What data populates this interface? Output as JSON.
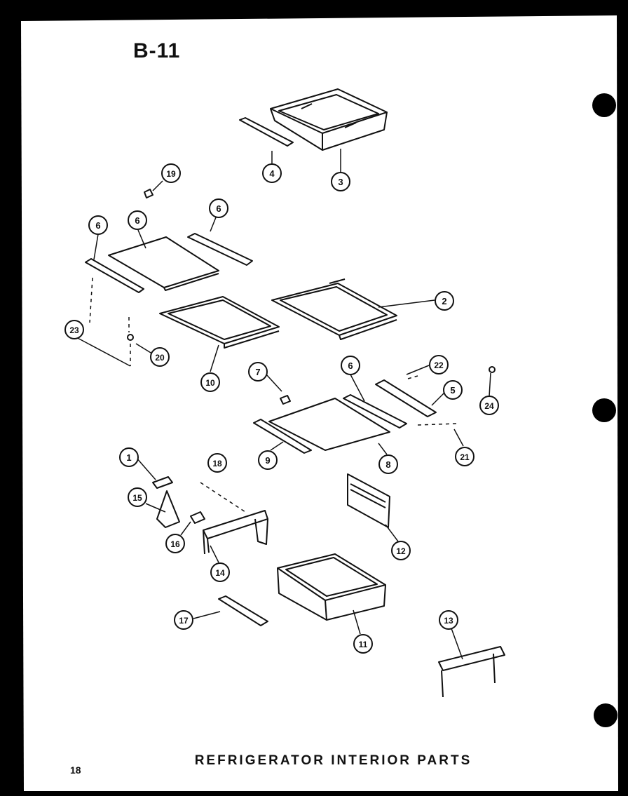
{
  "page_code": "B-11",
  "title": "REFRIGERATOR INTERIOR PARTS",
  "page_number": "18",
  "callouts": [
    {
      "id": "c1",
      "label": "1"
    },
    {
      "id": "c2",
      "label": "2"
    },
    {
      "id": "c3",
      "label": "3"
    },
    {
      "id": "c4",
      "label": "4"
    },
    {
      "id": "c5",
      "label": "5"
    },
    {
      "id": "c6a",
      "label": "6"
    },
    {
      "id": "c6b",
      "label": "6"
    },
    {
      "id": "c6c",
      "label": "6"
    },
    {
      "id": "c6d",
      "label": "6"
    },
    {
      "id": "c7",
      "label": "7"
    },
    {
      "id": "c8",
      "label": "8"
    },
    {
      "id": "c9",
      "label": "9"
    },
    {
      "id": "c10",
      "label": "10"
    },
    {
      "id": "c11",
      "label": "11"
    },
    {
      "id": "c12",
      "label": "12"
    },
    {
      "id": "c13",
      "label": "13"
    },
    {
      "id": "c14",
      "label": "14"
    },
    {
      "id": "c15",
      "label": "15"
    },
    {
      "id": "c16",
      "label": "16"
    },
    {
      "id": "c17",
      "label": "17"
    },
    {
      "id": "c18",
      "label": "18"
    },
    {
      "id": "c19",
      "label": "19"
    },
    {
      "id": "c20",
      "label": "20"
    },
    {
      "id": "c21",
      "label": "21"
    },
    {
      "id": "c22",
      "label": "22"
    },
    {
      "id": "c23",
      "label": "23"
    },
    {
      "id": "c24",
      "label": "24"
    }
  ]
}
